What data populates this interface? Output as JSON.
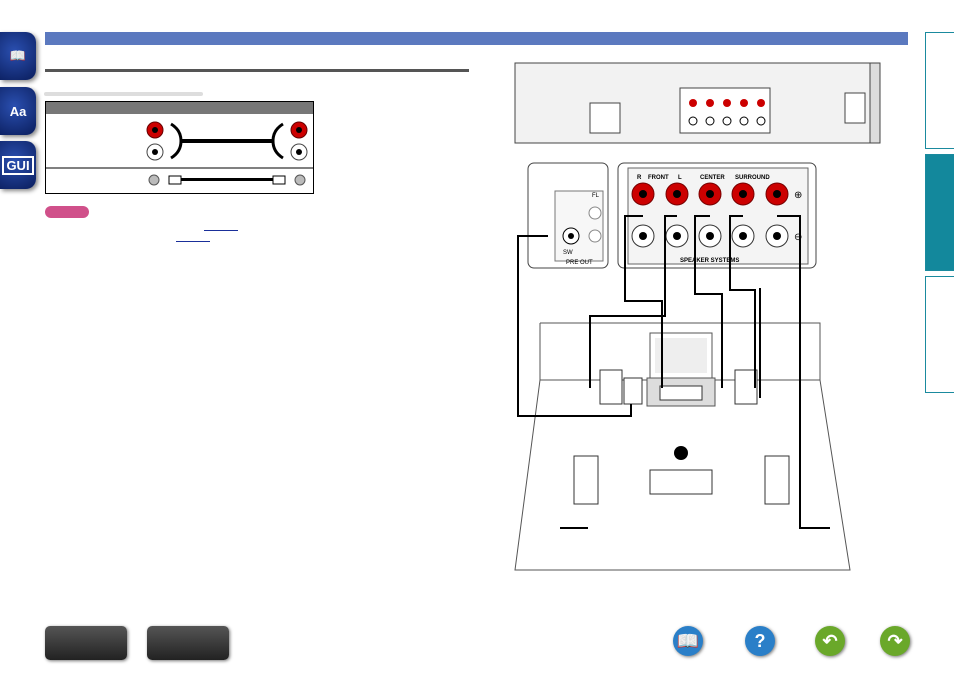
{
  "sidebar": {
    "items": [
      {
        "icon": "book-icon"
      },
      {
        "icon": "glossary-icon",
        "label": "Aa"
      },
      {
        "icon": "gui-icon",
        "label": "GUI"
      }
    ]
  },
  "diagram": {
    "front": "FRONT",
    "center": "CENTER",
    "surround": "SURROUND",
    "r": "R",
    "l": "L",
    "speaker_systems": "SPEAKER SYSTEMS",
    "pre_out": "PRE OUT",
    "sw": "SW",
    "fl": "FL",
    "plus": "⊕",
    "minus": "⊖"
  },
  "nav": {
    "thumbs": [
      "front-panel",
      "rear-panel"
    ],
    "buttons": [
      {
        "icon": "book-icon",
        "color": "#2a7fc8"
      },
      {
        "icon": "help-icon",
        "label": "?",
        "color": "#2a7fc8"
      },
      {
        "icon": "back-icon",
        "label": "↶",
        "color": "#6aa82a"
      },
      {
        "icon": "forward-icon",
        "label": "↷",
        "color": "#6aa82a"
      }
    ]
  },
  "colors": {
    "header": "#5b79bf",
    "tab": "#13889c",
    "note": "#d0508a"
  }
}
